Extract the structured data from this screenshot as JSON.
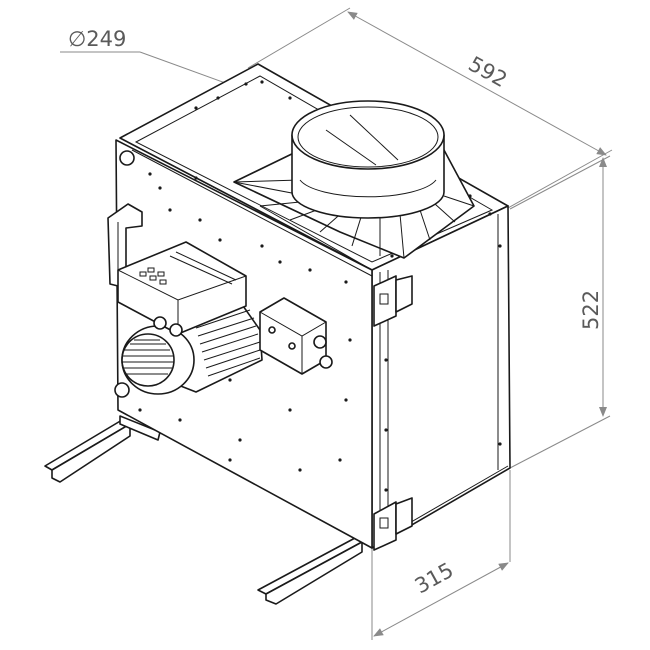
{
  "dimensions": {
    "diameter": "∅249",
    "width_top": "592",
    "height": "522",
    "depth_bottom": "315"
  },
  "colors": {
    "line": "#1a1a1a",
    "dimension": "#8a8a8a",
    "text": "#5a5a5a"
  }
}
